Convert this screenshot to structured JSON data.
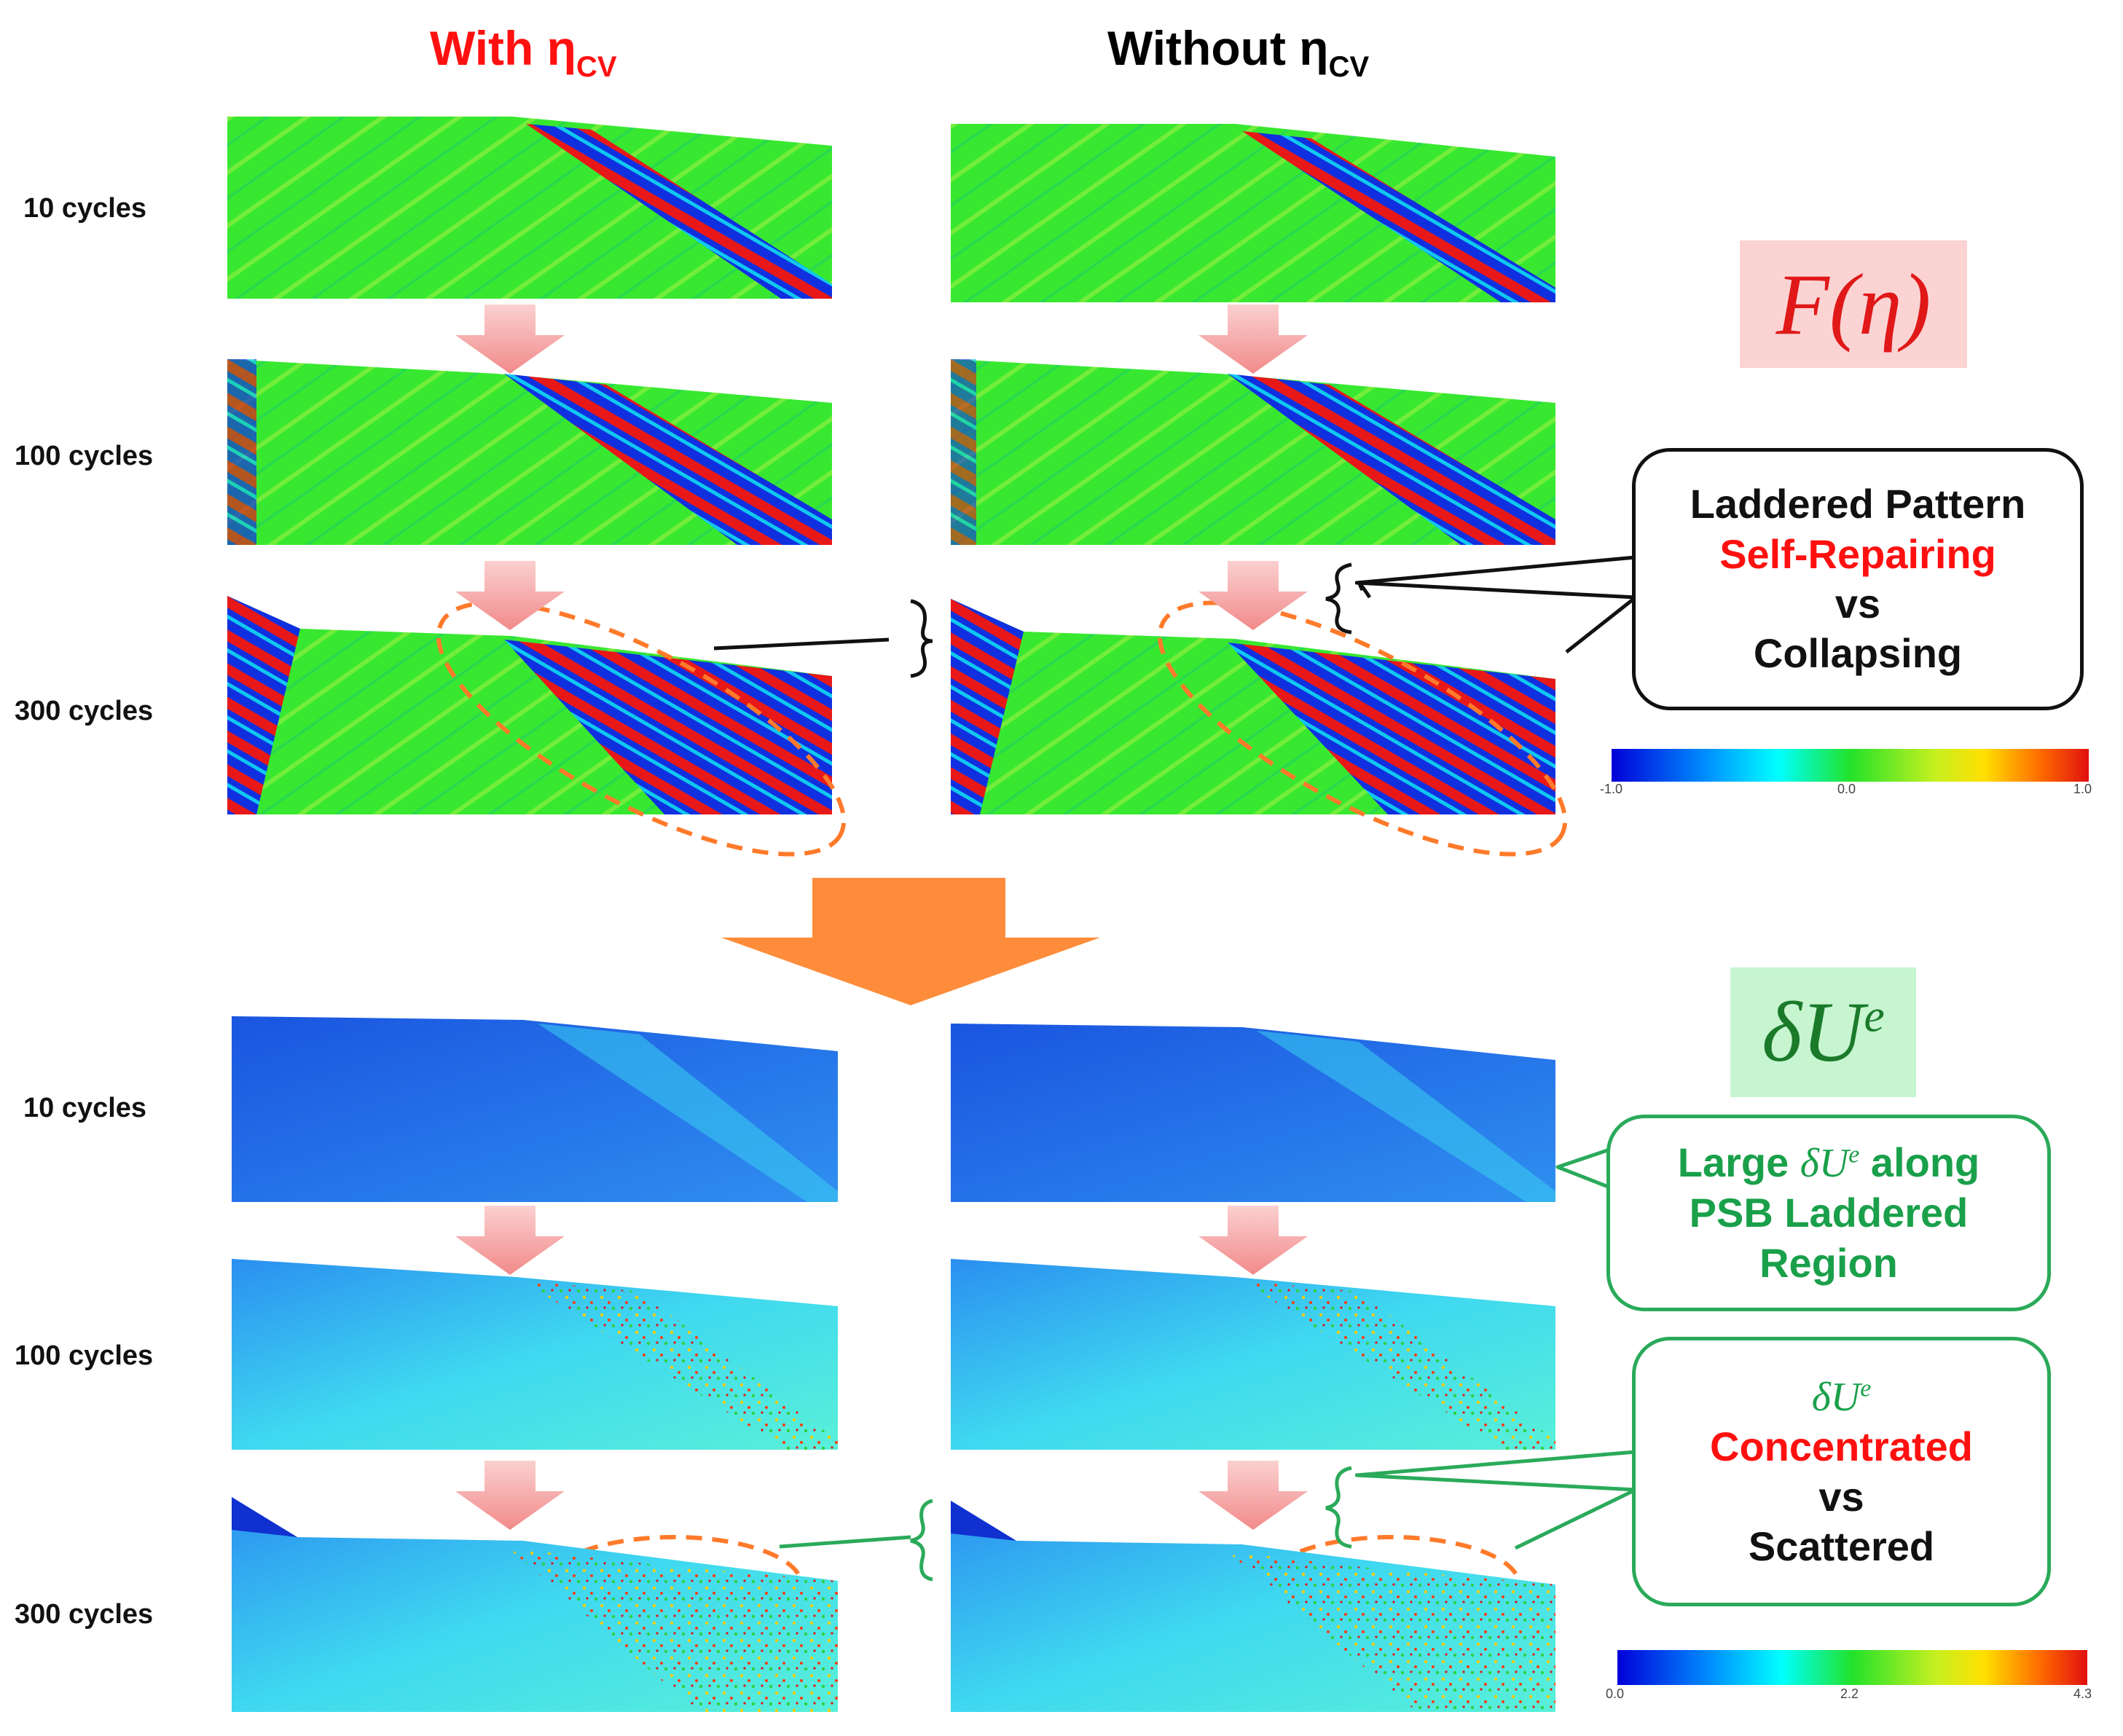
{
  "header": {
    "left_prefix": "With η",
    "left_sub": "CV",
    "right_prefix": "Without η",
    "right_sub": "CV"
  },
  "row_labels": [
    "10 cycles",
    "100 cycles",
    "300 cycles",
    "10 cycles",
    "100 cycles",
    "300 cycles"
  ],
  "top_section": {
    "tag": "F(η)",
    "callout_lines": [
      "Laddered Pattern",
      "Self-Repairing",
      "vs",
      "Collapsing"
    ],
    "colorbar": {
      "min_label": "-1.0",
      "mid_label": "0.0",
      "max_label": "1.0"
    }
  },
  "bottom_section": {
    "tag_main": "δU",
    "tag_sup": "e",
    "callout1_l1_a": "Large ",
    "callout1_l1_sym": "δU",
    "callout1_l1_sup": "e",
    "callout1_l1_b": " along",
    "callout1_l2": "PSB Laddered",
    "callout1_l3": "Region",
    "callout2_sym": "δU",
    "callout2_sup": "e",
    "callout2_l2": "Concentrated",
    "callout2_l3": "vs",
    "callout2_l4": "Scattered",
    "colorbar": {
      "min_label": "0.0",
      "mid_label": "2.2",
      "max_label": "4.3"
    }
  },
  "colors": {
    "red": "#ff1010",
    "green_text": "#1aa04a",
    "green_border": "#2aaa5a",
    "orange_arrow": "#ff8c3a",
    "pink_arrow": "#f7a8a8",
    "field_green": "#3ee833",
    "field_blue": "#2a7ae8"
  }
}
